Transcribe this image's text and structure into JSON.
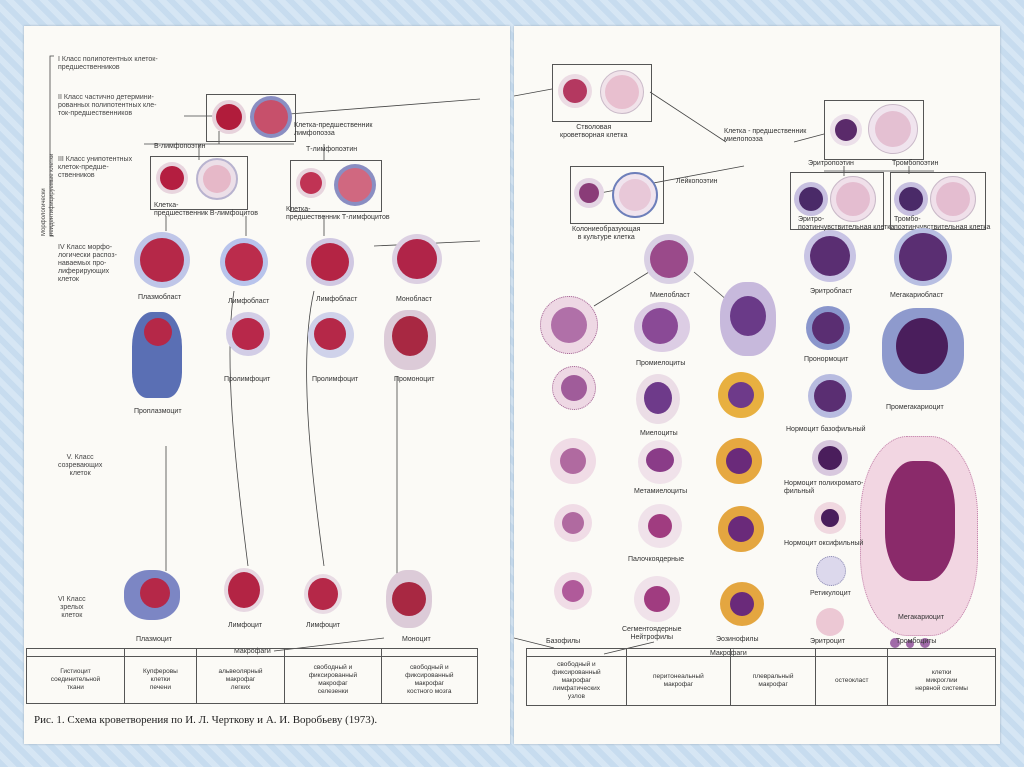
{
  "left": {
    "side_title": "Морфологически\nнеидентифицируемые клетки",
    "class_1": "I Класс полипотентных клеток-\nпредшественников",
    "class_2": "II Класс частично детермини-\nрованных полипотентных кле-\nток-предшественников",
    "class_3": "III Класс унипотентных\nклеток-предше-\nственников",
    "class_4": "IV Класс морфо-\nлогически распоз-\nнаваемых про-\nлиферирующих\nклеток",
    "class_5": "V. Класс\nсозревающих\nклеток",
    "class_6": "VI Класс\nзрелых\nклеток",
    "lympho_precursor": "Клетка-предшественник\nлимфопоэза",
    "b_lympho": "В-лимфопоэтин",
    "t_lympho": "Т-лимфопоэтин",
    "b_precursor": "Клетка-\nпредшественник В-лимфоцитов",
    "t_precursor": "Клетка-\nпредшественник Т-лимфоцитов",
    "plasmoblast": "Плазмобласт",
    "lymphoblast1": "Лимфобласт",
    "lymphoblast2": "Лимфобласт",
    "monoblast": "Монобласт",
    "prolymph1": "Пролимфоцит",
    "prolymph2": "Пролимфоцит",
    "promonocyte": "Промоноцит",
    "proplasmocyte": "Проплазмоцит",
    "plasmocyte": "Плазмоцит",
    "lymphocyte1": "Лимфоцит",
    "lymphocyte2": "Лимфоцит",
    "monocyte": "Моноцит",
    "macrophages": "Макрофаги",
    "table": [
      "Гистиоцит\nсоединительной\nткани",
      "Купферовы\nклетки\nпечени",
      "альвеолярный\nмакрофаг\nлегких",
      "свободный и\nфиксированный\nмакрофаг\nселезенки",
      "свободный и\nфиксированный\nмакрофаг\nкостного мозга"
    ]
  },
  "right": {
    "stem_cell": "Стволовая\nкроветворная клетка",
    "myelo_precursor": "Клетка - предшественник\nмиелопоэза",
    "leukopoietin": "Лейкопоэтин",
    "erythropoietin": "Эритропоэтин",
    "thrombopoietin": "Тромбопоэтин",
    "colony_cell": "Колониеобразующая\nв культуре клетка",
    "erythro_sensitive": "Эритро-\nпоэтинчувствительная клетка",
    "thrombo_sensitive": "Тромбо-\nпоэтинчувствительная клетка",
    "myeloblast": "Миелобласт",
    "erythroblast": "Эритробласт",
    "megakaryoblast": "Мегакариобласт",
    "promyelocytes": "Промиелоциты",
    "pronormocyte": "Пронормоцит",
    "promegakaryocyte": "Промегакариоцит",
    "myelocytes": "Миелоциты",
    "normo_baso": "Нормоцит базофильный",
    "normo_poly": "Нормоцит полихромато-\nфильный",
    "metamyelocytes": "Метамиелоциты",
    "stab": "Палочкоядерные",
    "normo_oxy": "Нормоцит оксифильный",
    "reticulocyte": "Ретикулоцит",
    "megakaryocyte": "Мегакариоцит",
    "segmented": "Сегментоядерные\nНейтрофилы",
    "basophils": "Базофилы",
    "eosinophils": "Эозинофилы",
    "erythrocyte": "Эритроцит",
    "thrombocytes": "Тромбоциты",
    "macrophages": "Макрофаги",
    "table": [
      "свободный и\nфиксированный\nмакрофаг\nлимфатических\nузлов",
      "перитонеальный\nмакрофаг",
      "плевральный\nмакрофаг",
      "остеокласт",
      "клетки\nмикроглии\nнервной системы"
    ]
  },
  "caption": "Рис. 1. Схема кроветворения по И. Л. Черткову и А. И. Воробьеву (1973)."
}
